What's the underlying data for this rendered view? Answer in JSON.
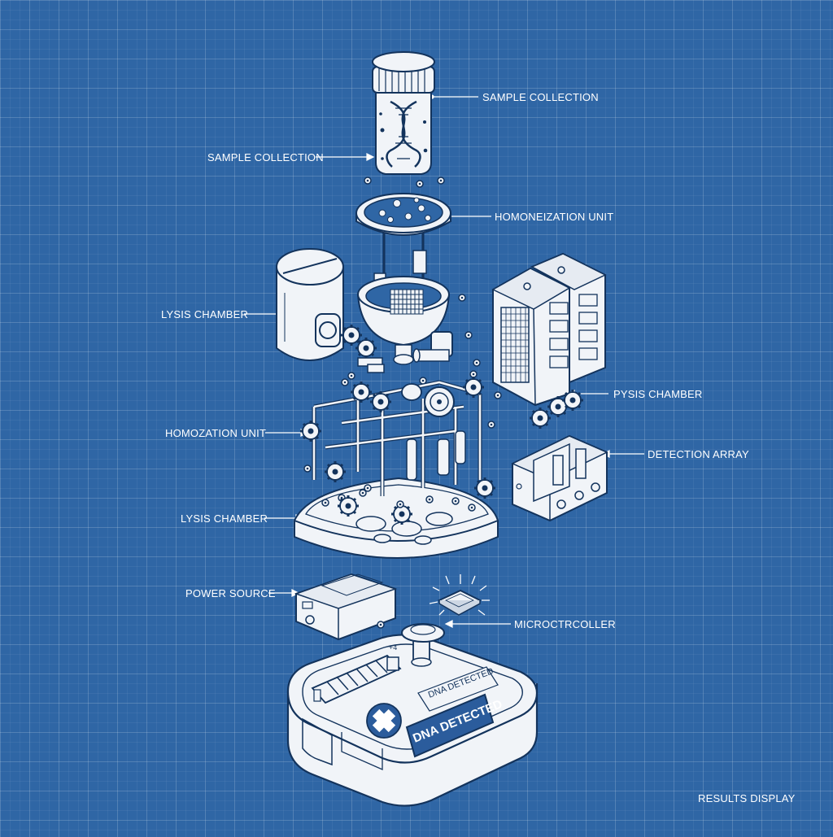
{
  "colors": {
    "background": "#2f66a5",
    "grid": "#ffffff",
    "line": "#13335c",
    "part_fill": "#f1f4f8",
    "accent": "#2b5c9c"
  },
  "labels": {
    "sample_collection_right": "SAMPLE COLLECTION",
    "sample_collection_left": "SAMPLE COLLECTION",
    "homogenization_unit_top": "HOMONEIZATION UNIT",
    "lysis_chamber_top": "LYSIS CHAMBER",
    "pysis_chamber": "PYSIS CHAMBER",
    "homogenization_unit_left": "HOMOZATION UNIT",
    "detection_array": "DETECTION ARRAY",
    "lysis_chamber_bottom": "LYSIS CHAMBER",
    "power_source": "POWER SOURCE",
    "microcontroller": "MICROCTRCOLLER",
    "results_display": "RESULTS DISPLAY"
  },
  "device": {
    "screen_text_small": "DNA DETECTED",
    "screen_text_large": "DNA DETECTED",
    "polarity_mark": "+4"
  },
  "icons": {
    "cross": "medical-cross-icon",
    "chip": "microchip-icon",
    "gear": "gear-icon",
    "dna": "dna-helix-icon"
  }
}
